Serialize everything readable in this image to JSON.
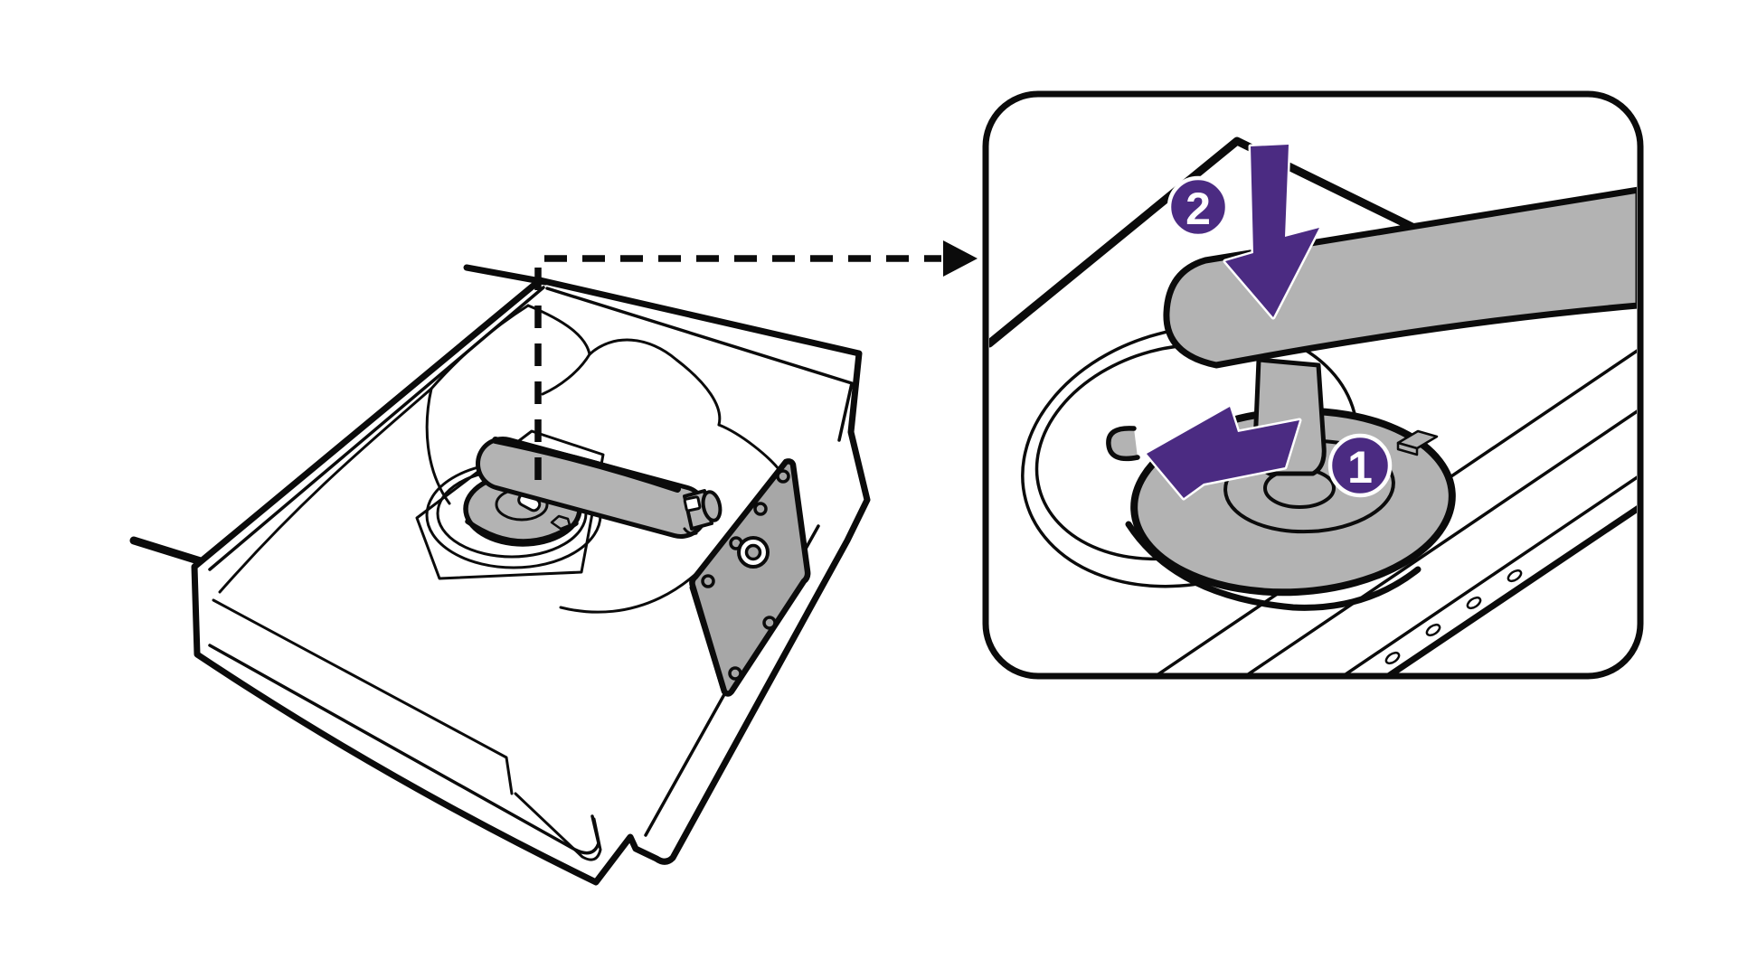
{
  "diagram": {
    "kind": "monitor-stand-unpacking-instruction",
    "background": "#ffffff",
    "line_color": "#0b0b0b",
    "accent_color": "#4b2b82",
    "part_fill": "#b3b3b3",
    "plate_fill": "#a7a7a7",
    "white": "#ffffff",
    "steps": [
      {
        "label": "1",
        "icon": "left-arrow-icon"
      },
      {
        "label": "2",
        "icon": "down-arrow-icon"
      }
    ],
    "callout": {
      "style": "rounded-rectangle",
      "connector": "dashed-arrow"
    }
  }
}
